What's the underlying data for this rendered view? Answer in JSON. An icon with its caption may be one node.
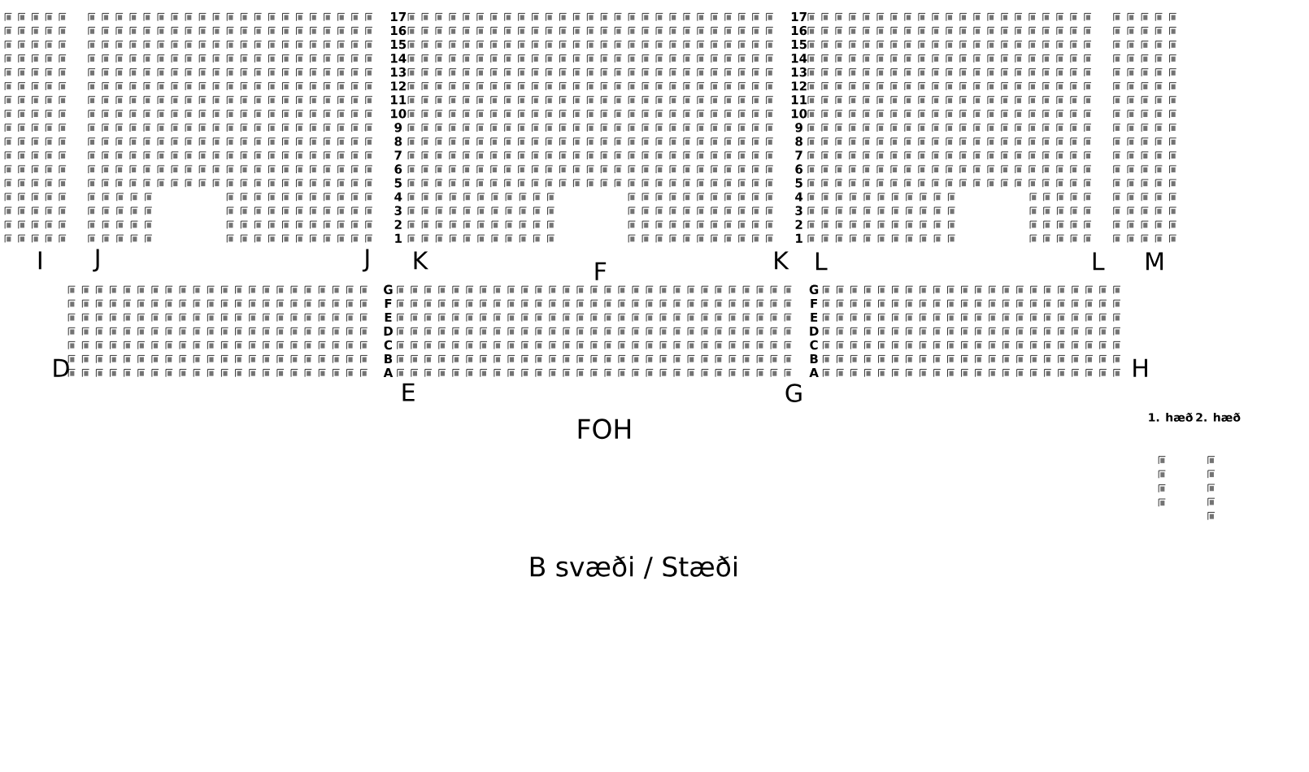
{
  "diagram": {
    "labels": [
      "17",
      "17",
      "16",
      "16",
      "15",
      "15",
      "14",
      "14",
      "13",
      "13",
      "12",
      "12",
      "11",
      "11",
      "10",
      "10",
      "9",
      "9",
      "8",
      "8",
      "7",
      "7",
      "6",
      "6",
      "5",
      "5",
      "4",
      "4",
      "3",
      "3",
      "2",
      "2",
      "1",
      "1",
      "I",
      "J",
      "J",
      "K",
      "F",
      "K",
      "L",
      "L",
      "M",
      "G",
      "G",
      "F",
      "F",
      "E",
      "E",
      "D",
      "D",
      "C",
      "C",
      "B",
      "B",
      "A",
      "A",
      "D",
      "H",
      "E",
      "G",
      "FOH",
      "1. hæð",
      "2. hæð",
      "B svæði / Stæði"
    ]
  }
}
